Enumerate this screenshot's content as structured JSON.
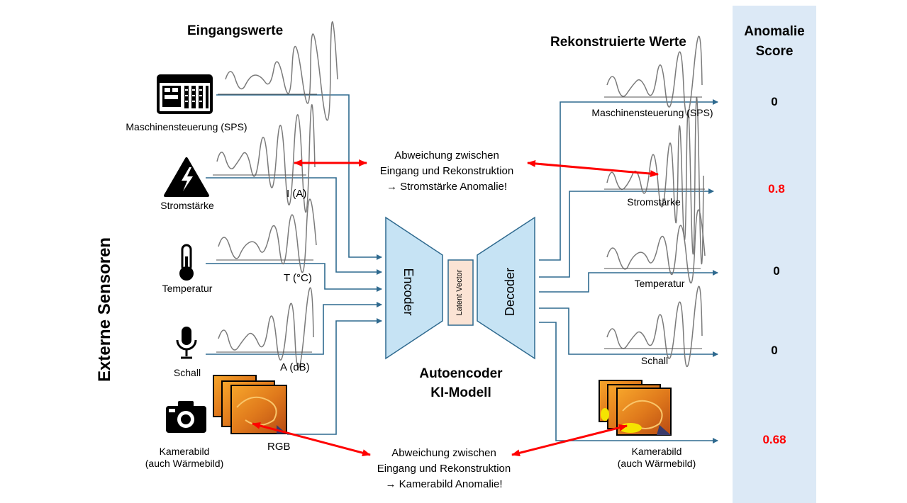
{
  "heading_left": "Eingangswerte",
  "heading_right": "Rekonstruierte Werte",
  "score_panel": {
    "title_line1": "Anomalie",
    "title_line2": "Score",
    "scores": [
      "0",
      "0.8",
      "0",
      "0",
      "0.68"
    ]
  },
  "sensors_side_label": "Externe Sensoren",
  "inputs": [
    {
      "label": "Maschinensteuerung (SPS)",
      "unit": "",
      "icon": "plc-icon"
    },
    {
      "label": "Stromstärke",
      "unit": "I (A)",
      "icon": "high-voltage-icon"
    },
    {
      "label": "Temperatur",
      "unit": "T (°C)",
      "icon": "thermometer-icon"
    },
    {
      "label": "Schall",
      "unit": "A (dB)",
      "icon": "microphone-icon"
    },
    {
      "label": "Kamerabild\n(auch Wärmebild)",
      "unit": "RGB",
      "icon": "camera-icon"
    }
  ],
  "outputs": [
    {
      "label": "Maschinensteuerung (SPS)"
    },
    {
      "label": "Stromstärke"
    },
    {
      "label": "Temperatur"
    },
    {
      "label": "Schall"
    },
    {
      "label": "Kamerabild\n(auch Wärmebild)"
    }
  ],
  "model": {
    "encoder": "Encoder",
    "latent": "Latent Vector",
    "decoder": "Decoder",
    "title_line1": "Autoencoder",
    "title_line2": "KI-Modell"
  },
  "deviation_top": "Abweichung zwischen\nEingang und Rekonstruktion\n→ Stromstärke Anomalie!",
  "deviation_bottom": "Abweichung zwischen\nEingang und Rekonstruktion\n→ Kamerabild Anomalie!",
  "colors": {
    "line": "#2f6a8f",
    "trapezoid_fill": "#c6e3f4",
    "latent_fill": "#fbe3d4",
    "score_panel": "#dce9f6",
    "arrow_red": "#ff0000",
    "anomaly_text": "#ff0000"
  }
}
